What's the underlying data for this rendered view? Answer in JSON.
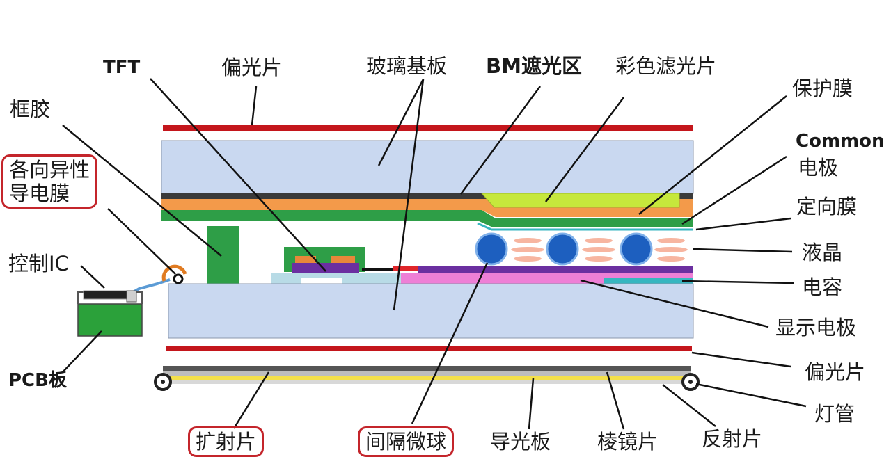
{
  "diagram": {
    "labels": {
      "tft": "TFT",
      "polarizer_top": "偏光片",
      "glass_substrate": "玻璃基板",
      "bm_area": "BM遮光区",
      "color_filter": "彩色滤光片",
      "protective_film": "保护膜",
      "frame_glue": "框胶",
      "acf_line1": "各向异性",
      "acf_line2": "导电膜",
      "common_line1": "Common",
      "common_line2": "电极",
      "alignment_film": "定向膜",
      "liquid_crystal": "液晶",
      "control_ic": "控制IC",
      "capacitor": "电容",
      "display_electrode": "显示电极",
      "pcb": "PCB板",
      "polarizer_bottom": "偏光片",
      "lamp": "灯管",
      "diffuser": "扩射片",
      "spacer": "间隔微球",
      "light_guide": "导光板",
      "prism": "棱镜片",
      "reflector": "反射片"
    },
    "colors": {
      "polarizer": "#c4161c",
      "glass": "#c9d8f0",
      "bm": "#3a3a3a",
      "orange_layer": "#f39a4a",
      "green_film": "#2e9e47",
      "color_filter": "#c6e83c",
      "spacer_ball": "#1d5fbf",
      "liquid_crystal": "#f7b5a0",
      "electrode_purple": "#6b2fa0",
      "display_electrode": "#ee7fd6",
      "capacitor": "#37b6c0",
      "pcb": "#2ba13a",
      "diffuser": "#f3e04a",
      "leader": "#111111"
    }
  }
}
